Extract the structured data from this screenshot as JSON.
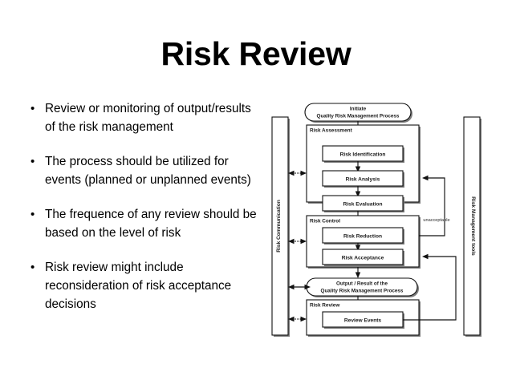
{
  "slide": {
    "title": "Risk Review",
    "bullet_marker": "•",
    "bullets": [
      "Review or monitoring of output/results of the risk management",
      "The process should be utilized for events (planned or unplanned events)",
      "The frequence of any review should be based on the level of risk",
      "Risk review might include reconsideration of risk acceptance decisions"
    ]
  },
  "diagram": {
    "name": "quality-risk-management-process-flowchart",
    "start_node": {
      "line1": "Initiate",
      "line2": "Quality Risk Management Process"
    },
    "groups": [
      {
        "label": "Risk Assessment",
        "steps": [
          "Risk Identification",
          "Risk Analysis",
          "Risk Evaluation"
        ]
      },
      {
        "label": "Risk Control",
        "steps": [
          "Risk Reduction",
          "Risk Acceptance"
        ]
      },
      {
        "label": "Risk Review",
        "steps": [
          "Review Events"
        ]
      }
    ],
    "output_node": {
      "line1": "Output / Result of the",
      "line2": "Quality Risk Management Process"
    },
    "edge_labels": {
      "unacceptable": "unacceptable"
    },
    "side_bars": {
      "left": "Risk Communication",
      "right": "Risk Management tools"
    },
    "colors": {
      "stroke": "#111111",
      "fill": "#ffffff",
      "shadow": "#7d7d7d",
      "text": "#1a1a1a"
    }
  }
}
